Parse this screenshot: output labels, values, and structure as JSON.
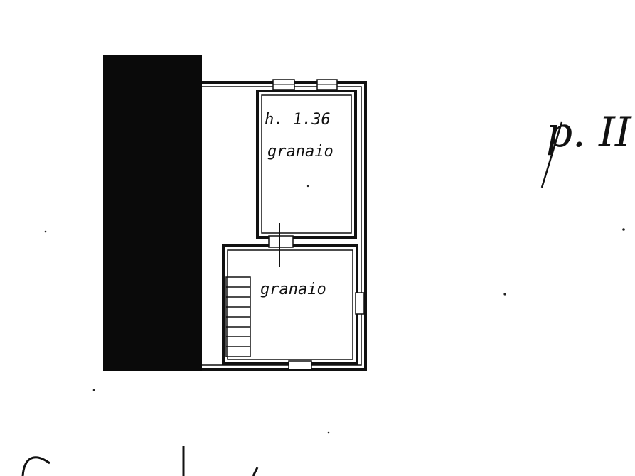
{
  "rooms": [
    {
      "name": "granaio",
      "height": "h. 1.36"
    },
    {
      "name": "granaio"
    }
  ],
  "floor": {
    "label": "p. II"
  }
}
